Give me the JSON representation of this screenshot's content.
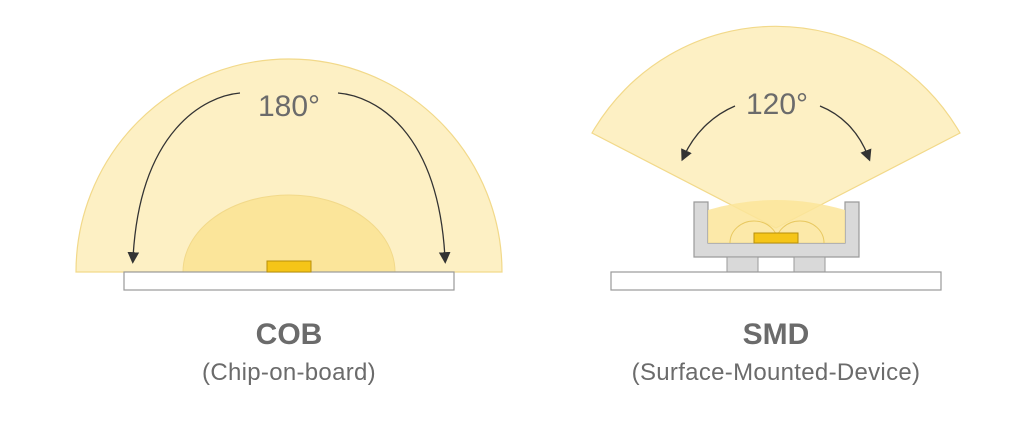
{
  "cob": {
    "angle_label": "180°",
    "name": "COB",
    "subtitle": "(Chip-on-board)"
  },
  "smd": {
    "angle_label": "120°",
    "name": "SMD",
    "subtitle": "(Surface-Mounted-Device)"
  },
  "colors": {
    "beam_outer": "#fdf0c4",
    "beam_stroke": "#f2d98a",
    "beam_inner": "#fbe59a",
    "chip": "#f5c518",
    "chip_stroke": "#b8900a",
    "board_fill": "#ffffff",
    "board_stroke": "#9a9a9a",
    "housing": "#d9d9d9",
    "housing_stroke": "#9a9a9a",
    "arrow": "#333333",
    "text": "#6b6b6b"
  }
}
